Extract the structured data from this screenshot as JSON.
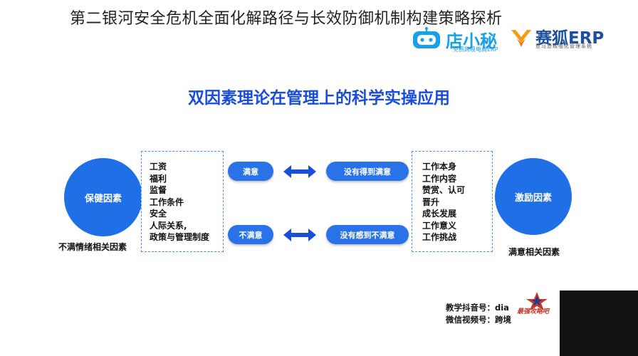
{
  "headline": "第二银河安全危机全面化解路径与长效防御机制构建策略探析",
  "logos": {
    "brand1": "店小秘",
    "brand1_tagline": "免费跨境电商ERP",
    "brand2": "赛狐ERP",
    "brand2_tagline": "亚马逊精细化管理系统"
  },
  "title": "双因素理论在管理上的科学实操应用",
  "left": {
    "circle": "保健因素",
    "caption": "不满情绪相关因素",
    "items": [
      "工资",
      "福利",
      "监督",
      "工作条件",
      "安全",
      "人际关系,",
      "政策与管理制度"
    ]
  },
  "right": {
    "circle": "激励因素",
    "caption": "满意相关因素",
    "items": [
      "工作本身",
      "工作内容",
      "赞赏、认可",
      "晋升",
      "成长发展",
      "工作意义",
      "工作挑战"
    ]
  },
  "pills": {
    "top_left": "满意",
    "top_right": "没有得到满意",
    "bottom_left": "不满意",
    "bottom_right": "没有感到不满意"
  },
  "footer": {
    "line1": "教学抖音号：dia",
    "line2": "微信视频号：跨境",
    "badge": "最强攻略吧"
  },
  "colors": {
    "primary": "#1f6fe6",
    "title": "#1a4ed8"
  }
}
